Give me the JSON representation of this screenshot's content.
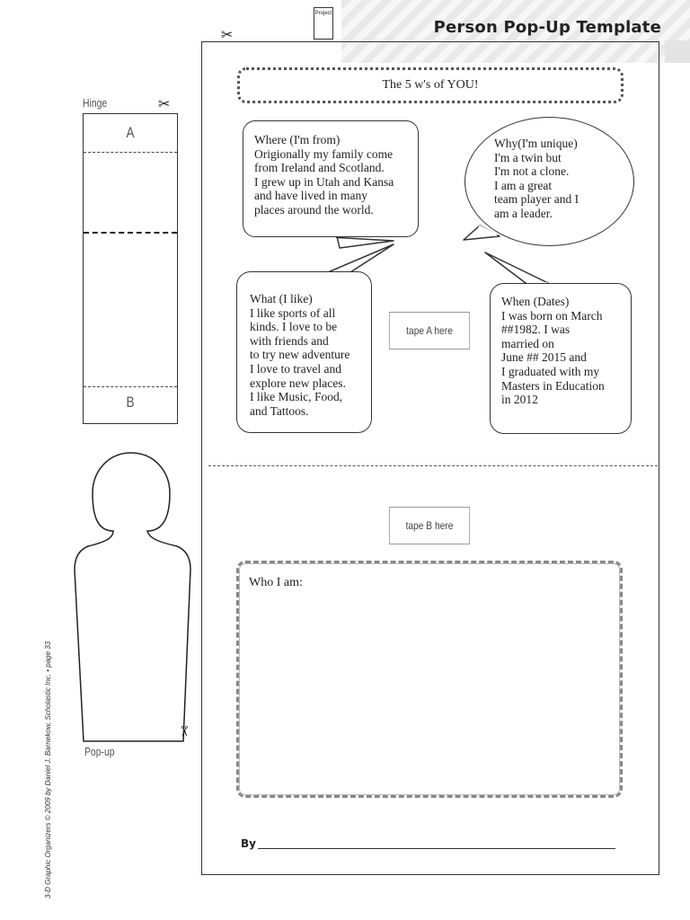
{
  "header": {
    "title": "Person Pop-Up Template",
    "project_label": "Project"
  },
  "main": {
    "title": "The 5 w's of YOU!",
    "where": "Where (I'm from)\nOrigionally my family come\nfrom Ireland and Scotland.\nI grew up in Utah and Kansa\nand have lived in many\nplaces around the world.",
    "why": "Why(I'm unique)\nI'm a twin but\nI'm not a clone.\nI am a great\nteam player and I\nam a leader.",
    "what": "What (I like)\nI like sports of all\nkinds. I love to be\nwith friends and\nto try new adventure\nI love to travel and\nexplore new places.\nI like Music, Food,\nand Tattoos.",
    "when": "When (Dates)\nI was born on March\n##1982. I was\nmarried on\nJune ## 2015 and\nI graduated with my\nMasters in Education\nin 2012",
    "tape_a": "tape A here",
    "tape_b": "tape B here",
    "who_am_i": "Who I am:",
    "by_label": "By"
  },
  "left_panel": {
    "hinge_label": "Hinge",
    "hinge_a": "A",
    "hinge_b": "B",
    "popup_label": "Pop-up"
  },
  "footer": {
    "copyright": "3-D Graphic Organizers © 2009 by Daniel J. Barnekow, Scholastic Inc. • page 33"
  }
}
